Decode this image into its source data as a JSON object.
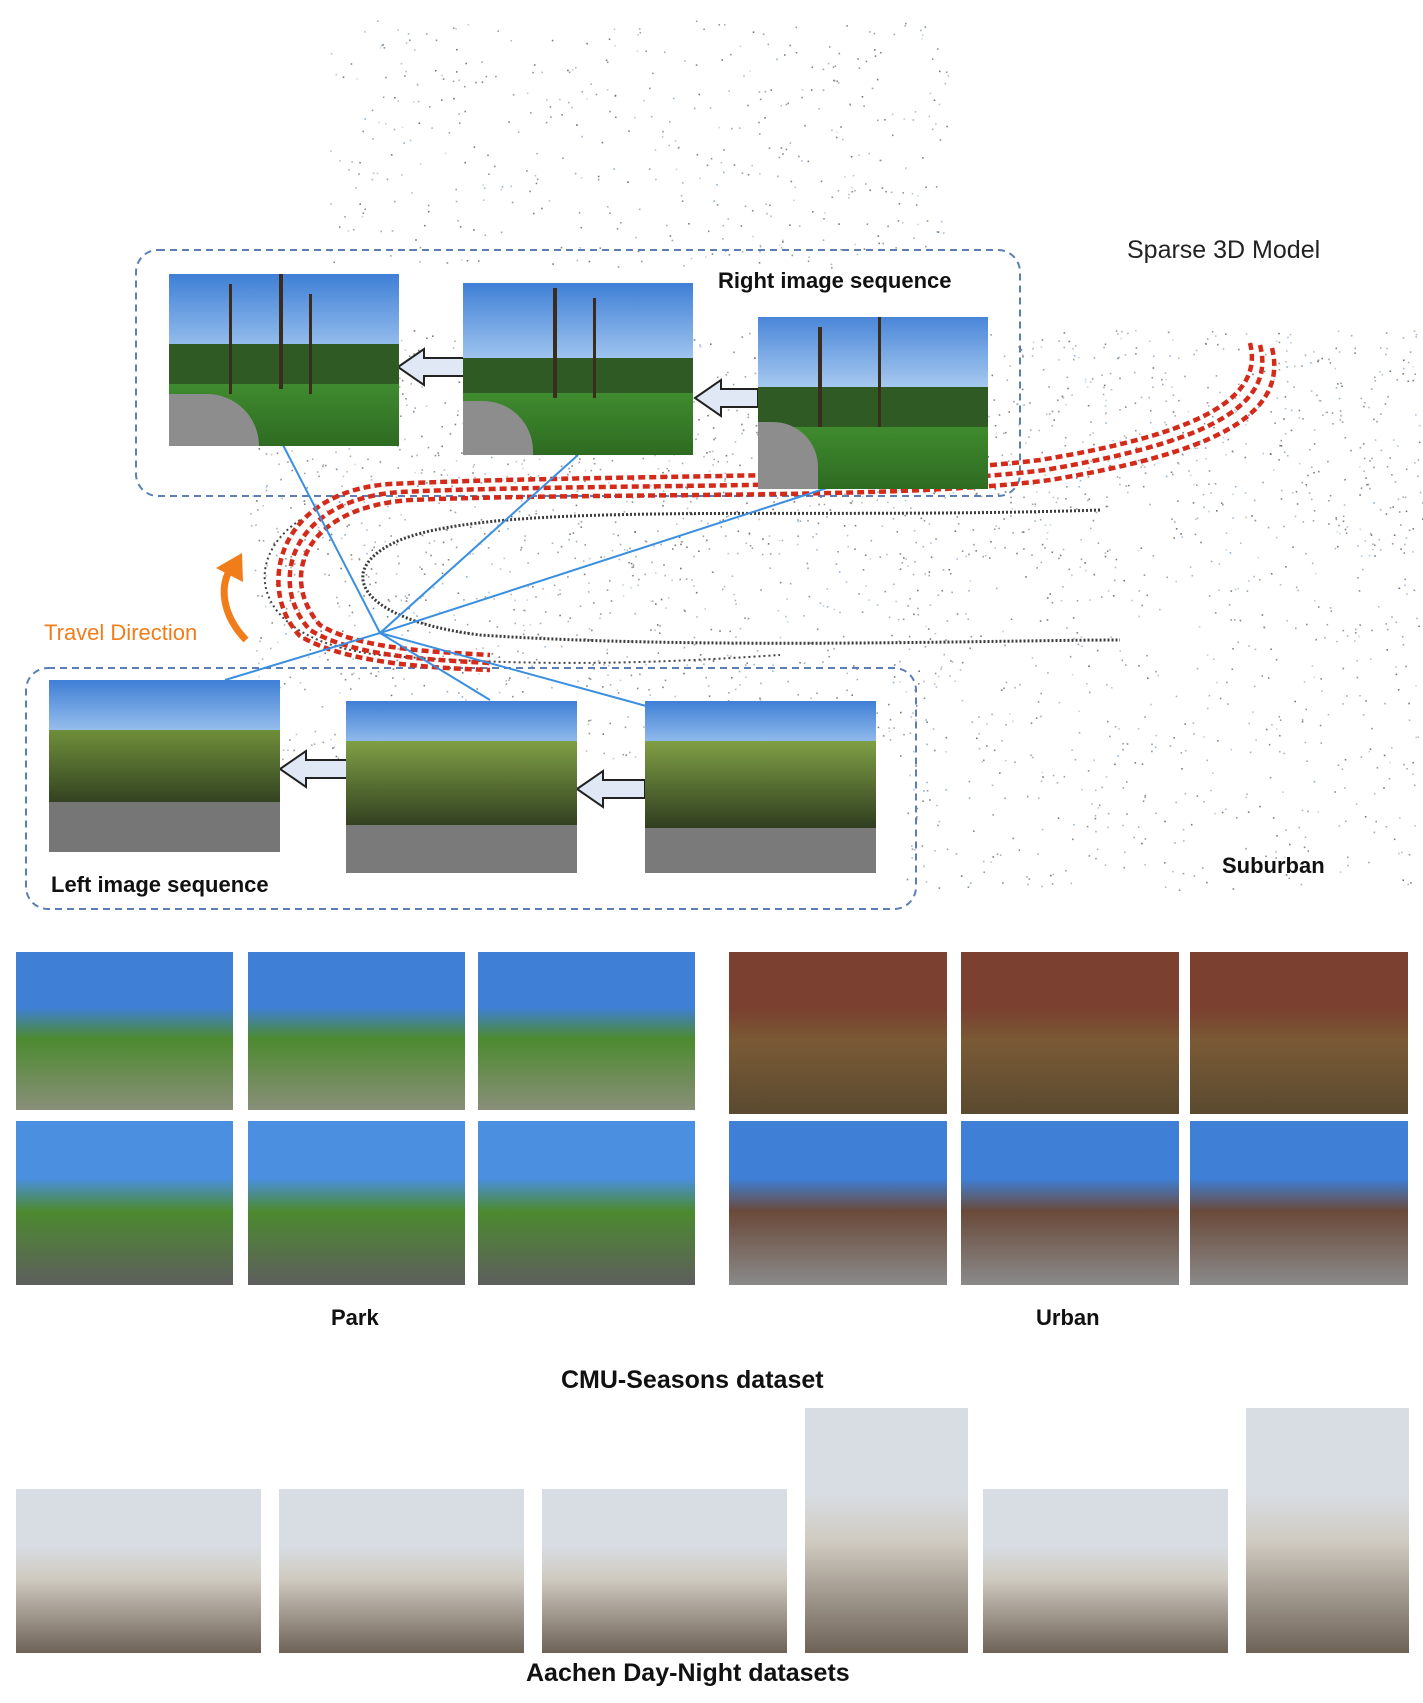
{
  "figure": {
    "sparse_model_label": "Sparse 3D Model",
    "right_sequence_label": "Right image sequence",
    "left_sequence_label": "Left image sequence",
    "travel_direction_label": "Travel Direction",
    "suburban_label": "Suburban",
    "park_label": "Park",
    "urban_label": "Urban",
    "cmu_title": "CMU-Seasons dataset",
    "aachen_title": "Aachen Day-Night datasets"
  },
  "colors": {
    "dashed_box": "#5b7fb5",
    "trajectory": "#d42a1a",
    "sight_lines": "#3a8fe0",
    "travel_arrow": "#f07d1a",
    "travel_text": "#f07d1a",
    "point_cloud": "#555555"
  },
  "icons": {
    "sequence_arrow": "hollow-left-arrow"
  }
}
